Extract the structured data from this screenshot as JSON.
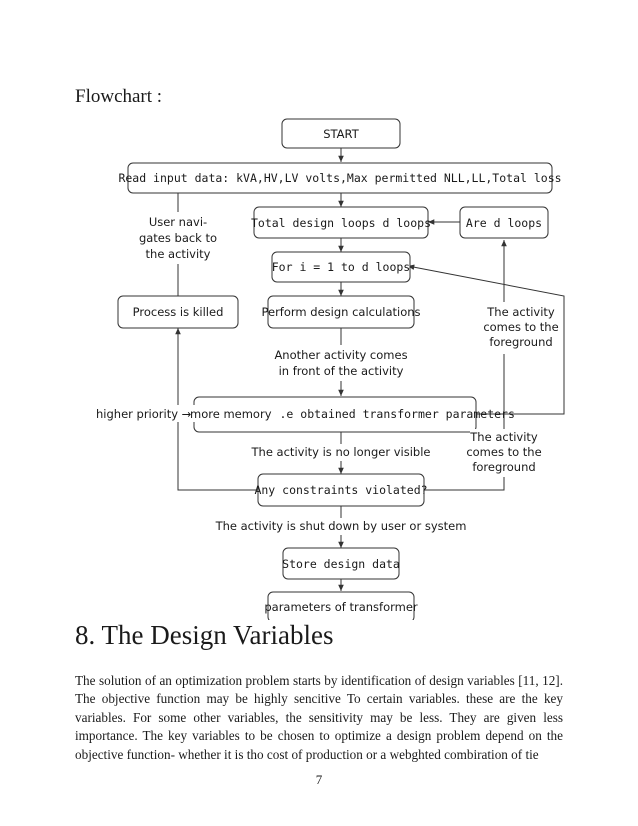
{
  "heading": "Flowchart :",
  "flowchart": {
    "start": "START",
    "read_input": "Read input data:  kVA,HV,LV volts,Max permitted NLL,LL,Total loss",
    "total_loops": "Total design loops d loops",
    "are_d_loops": "Are d loops",
    "for_loop": "For i = 1 to d loops",
    "process_killed": "Process is killed",
    "perform_calc": "Perform design calculations",
    "obtained_params": "more memory .e obtained transformer parameters",
    "constraints": "Any constraints violated?",
    "store": "Store design data",
    "parameters": "parameters of transformer",
    "label_user_navigates": [
      "User navi-",
      "gates back to",
      "the activity"
    ],
    "label_foreground_1": [
      "The activity",
      "comes to the",
      "foreground"
    ],
    "label_another_activity": [
      "Another activity comes",
      "in front of the activity"
    ],
    "label_higher_priority": "higher priority →",
    "label_foreground_2": [
      "The activity",
      "comes to the",
      "foreground"
    ],
    "label_no_longer_visible": "The activity is no longer visible",
    "label_shut_down": "The activity is shut down by user or system"
  },
  "section": {
    "title": "8. The Design Variables",
    "paragraph": "The solution of an optimization problem starts by identification of design variables [11, 12]. The objective function may be highly sencitive To certain variables. these are the key variables. For some other variables, the sensitivity may be less. They are given less importance. The key variables to be chosen to optimize a design problem depend on the objective function- whether it is tho cost of production or a webghted combiration of tie"
  },
  "page_number": "7"
}
